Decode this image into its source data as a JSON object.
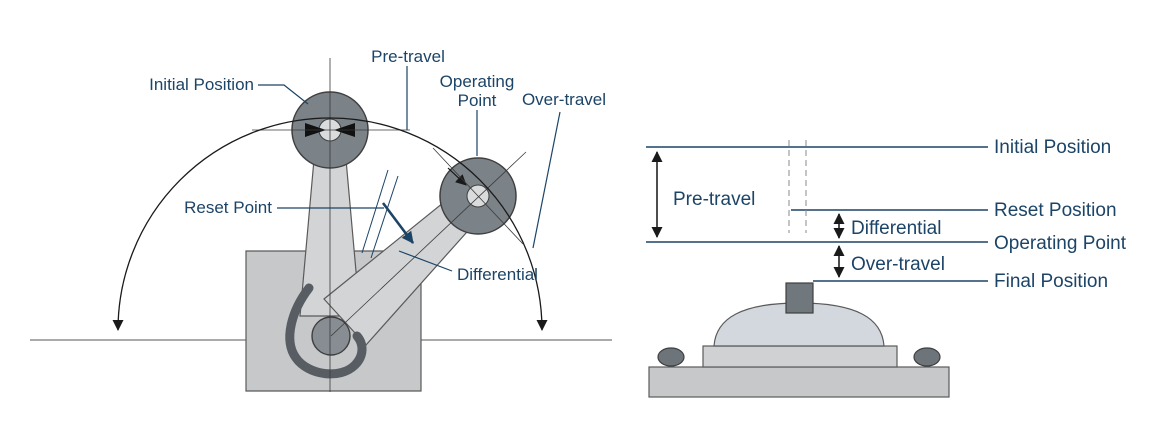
{
  "colors": {
    "label_navy": "#1c4467",
    "leader_navy": "#1c4467",
    "arc_black": "#1a1a1a",
    "metal_dark_gray": "#70777d",
    "metal_mid_gray": "#c6c8ca",
    "metal_light_gray": "#d2d8dd"
  },
  "left_diagram": {
    "labels": {
      "initial_position": "Initial Position",
      "pre_travel": "Pre-travel",
      "operating_line1": "Operating",
      "operating_line2": "Point",
      "over_travel": "Over-travel",
      "reset_point": "Reset Point",
      "differential": "Differential"
    }
  },
  "right_diagram": {
    "labels": {
      "initial_position": "Initial Position",
      "pre_travel": "Pre-travel",
      "reset_position": "Reset Position",
      "differential": "Differential",
      "operating_point": "Operating Point",
      "over_travel": "Over-travel",
      "final_position": "Final Position"
    }
  }
}
